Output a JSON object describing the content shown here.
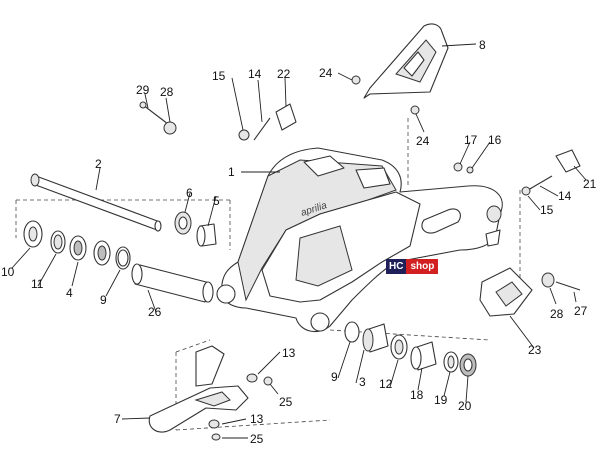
{
  "diagram": {
    "brand_mark": "aprilia",
    "watermark": {
      "left": "HC",
      "right": "shop"
    },
    "callouts": [
      {
        "id": "c1",
        "label": "1"
      },
      {
        "id": "c2",
        "label": "2"
      },
      {
        "id": "c3",
        "label": "3"
      },
      {
        "id": "c4",
        "label": "4"
      },
      {
        "id": "c5",
        "label": "5"
      },
      {
        "id": "c6",
        "label": "6"
      },
      {
        "id": "c7",
        "label": "7"
      },
      {
        "id": "c8",
        "label": "8"
      },
      {
        "id": "c9a",
        "label": "9"
      },
      {
        "id": "c9b",
        "label": "9"
      },
      {
        "id": "c10",
        "label": "10"
      },
      {
        "id": "c11",
        "label": "11"
      },
      {
        "id": "c12",
        "label": "12"
      },
      {
        "id": "c13a",
        "label": "13"
      },
      {
        "id": "c13b",
        "label": "13"
      },
      {
        "id": "c14a",
        "label": "14"
      },
      {
        "id": "c14b",
        "label": "14"
      },
      {
        "id": "c15a",
        "label": "15"
      },
      {
        "id": "c15b",
        "label": "15"
      },
      {
        "id": "c16",
        "label": "16"
      },
      {
        "id": "c17",
        "label": "17"
      },
      {
        "id": "c18",
        "label": "18"
      },
      {
        "id": "c19",
        "label": "19"
      },
      {
        "id": "c20",
        "label": "20"
      },
      {
        "id": "c21",
        "label": "21"
      },
      {
        "id": "c22",
        "label": "22"
      },
      {
        "id": "c23",
        "label": "23"
      },
      {
        "id": "c24a",
        "label": "24"
      },
      {
        "id": "c24b",
        "label": "24"
      },
      {
        "id": "c25a",
        "label": "25"
      },
      {
        "id": "c25b",
        "label": "25"
      },
      {
        "id": "c26",
        "label": "26"
      },
      {
        "id": "c27",
        "label": "27"
      },
      {
        "id": "c28a",
        "label": "28"
      },
      {
        "id": "c28b",
        "label": "28"
      },
      {
        "id": "c29",
        "label": "29"
      }
    ]
  }
}
